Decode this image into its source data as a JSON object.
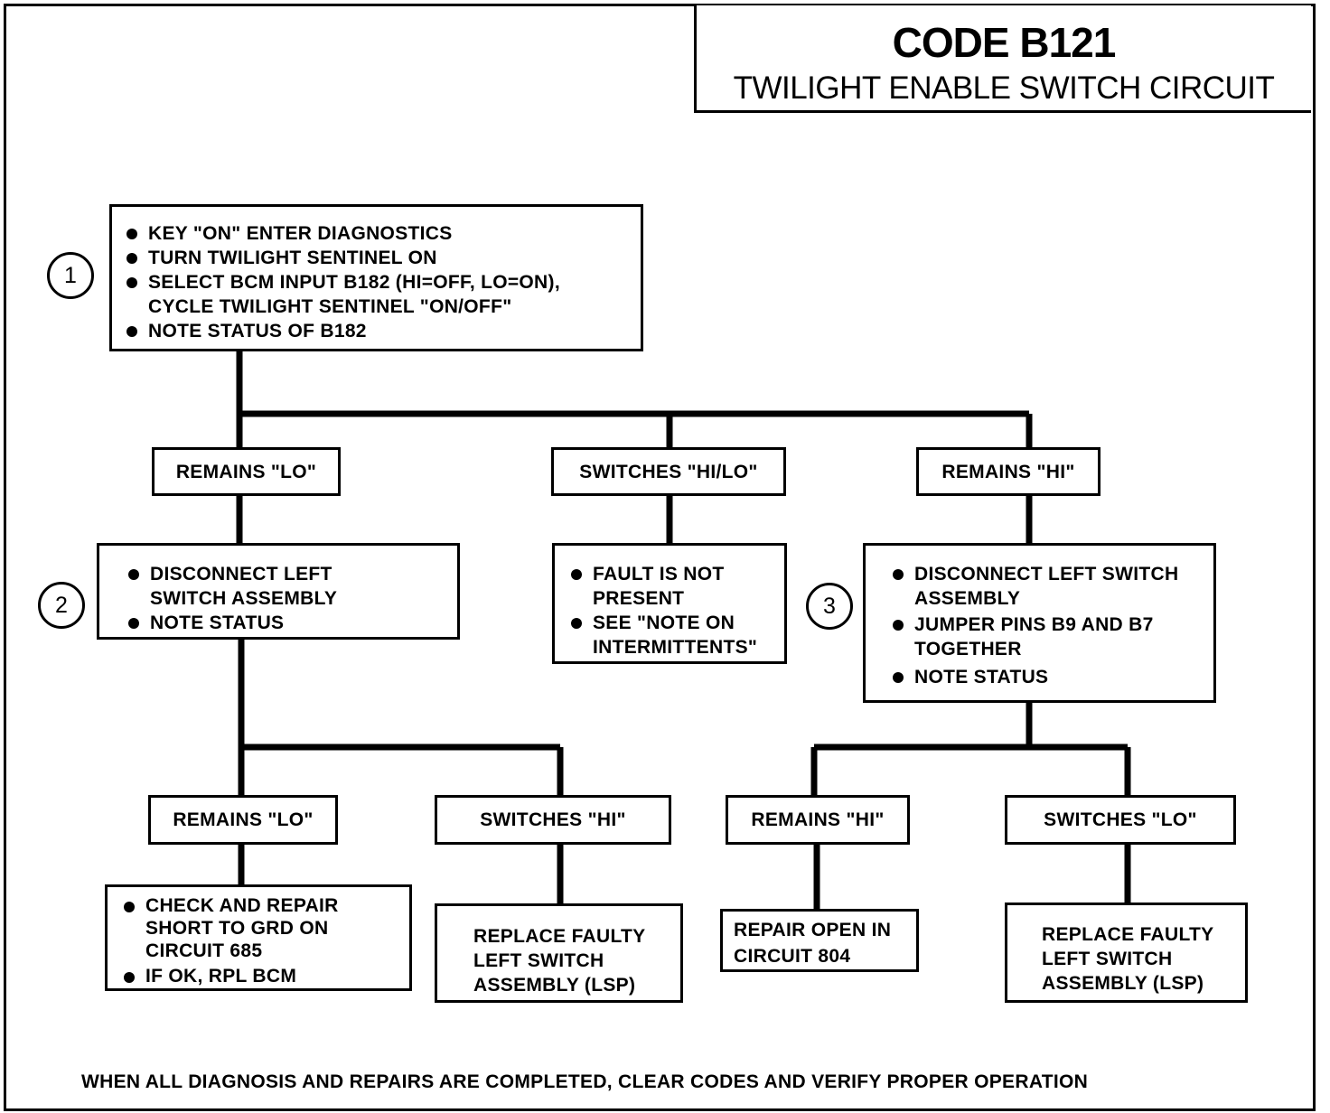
{
  "title": "CODE B121",
  "subtitle": "TWILIGHT ENABLE SWITCH CIRCUIT",
  "steps": [
    {
      "number": "1",
      "items": [
        "KEY \"ON\" ENTER DIAGNOSTICS",
        "TURN TWILIGHT SENTINEL ON",
        "SELECT BCM INPUT B182 (HI=OFF, LO=ON), CYCLE TWILIGHT SENTINEL \"ON/OFF\"",
        "NOTE STATUS OF B182"
      ]
    },
    {
      "number": "2",
      "items": [
        "DISCONNECT LEFT SWITCH ASSEMBLY",
        "NOTE STATUS"
      ]
    },
    {
      "number": "3",
      "items": [
        "DISCONNECT LEFT SWITCH ASSEMBLY",
        "JUMPER PINS B9 AND B7 TOGETHER",
        "NOTE STATUS"
      ]
    }
  ],
  "branches": {
    "remains_lo": "REMAINS \"LO\"",
    "switches_hilo": "SWITCHES \"HI/LO\"",
    "remains_hi": "REMAINS \"HI\"",
    "fault_items": [
      "FAULT IS NOT PRESENT",
      "SEE \"NOTE ON INTERMITTENTS\""
    ],
    "lo_remains_lo": "REMAINS \"LO\"",
    "lo_switches_hi": "SWITCHES \"HI\"",
    "hi_remains_hi": "REMAINS \"HI\"",
    "hi_switches_lo": "SWITCHES \"LO\""
  },
  "results": {
    "check_items": [
      "CHECK AND REPAIR SHORT TO GRD ON CIRCUIT 685",
      "IF OK, RPL BCM"
    ],
    "replace_1": "REPLACE FAULTY LEFT SWITCH ASSEMBLY (LSP)",
    "repair_open": "REPAIR OPEN IN CIRCUIT 804",
    "replace_2": "REPLACE FAULTY LEFT SWITCH ASSEMBLY (LSP)"
  },
  "footer": "WHEN ALL DIAGNOSIS AND REPAIRS ARE COMPLETED, CLEAR CODES AND VERIFY PROPER OPERATION"
}
